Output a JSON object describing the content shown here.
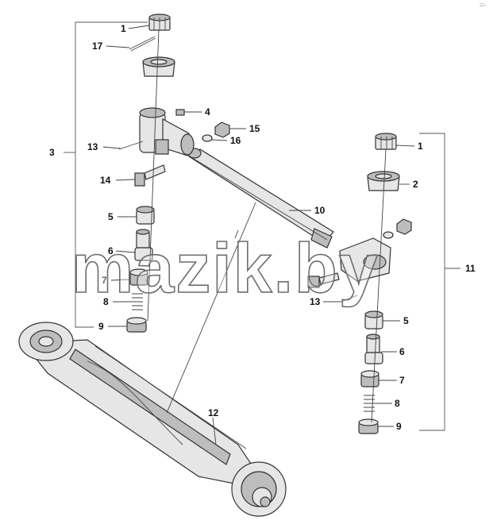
{
  "watermark": "mazik.by",
  "corner_mark": "=-",
  "group_labels": {
    "left": "3",
    "right": "11"
  },
  "callouts": {
    "l1": "1",
    "l17": "17",
    "l4": "4",
    "l15": "15",
    "l13": "13",
    "l16": "16",
    "l14": "14",
    "l5": "5",
    "l10": "10",
    "l6": "6",
    "l7": "7",
    "l8": "8",
    "l9": "9",
    "r1": "1",
    "r2": "2",
    "r13": "13",
    "r5": "5",
    "r6": "6",
    "r7": "7",
    "r8": "8",
    "r9": "9",
    "c12": "12"
  }
}
